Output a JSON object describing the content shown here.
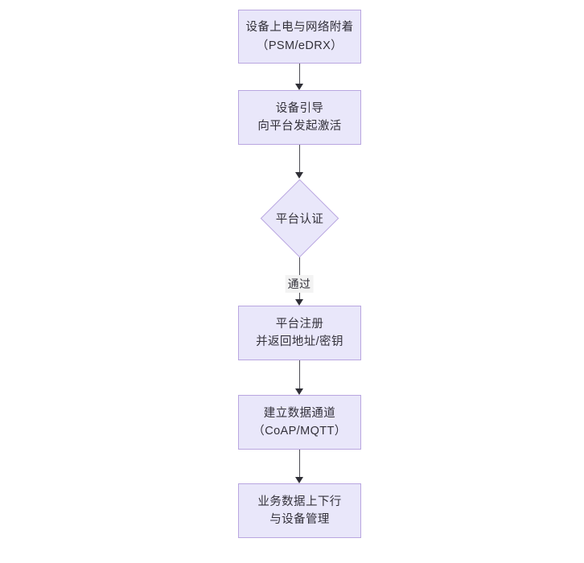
{
  "diagram": {
    "type": "flowchart",
    "orientation": "top-to-bottom",
    "title": "",
    "theme": {
      "node_fill": "#e9e7fa",
      "node_border": "#b9a6e0",
      "text_color": "#33313a",
      "connector_color": "#4d4d55",
      "arrowhead_color": "#2f2f36",
      "edge_label_background": "#f3f3f3",
      "canvas_background": "#ffffff"
    },
    "nodes": [
      {
        "id": "power-on",
        "shape": "rectangle",
        "lines": [
          "设备上电与网络附着",
          "（PSM/eDRX）"
        ]
      },
      {
        "id": "bootstrap",
        "shape": "rectangle",
        "lines": [
          "设备引导",
          "向平台发起激活"
        ]
      },
      {
        "id": "platform-auth",
        "shape": "diamond",
        "lines": [
          "平台认证"
        ]
      },
      {
        "id": "platform-register",
        "shape": "rectangle",
        "lines": [
          "平台注册",
          "并返回地址/密钥"
        ]
      },
      {
        "id": "data-channel",
        "shape": "rectangle",
        "lines": [
          "建立数据通道",
          "（CoAP/MQTT）"
        ]
      },
      {
        "id": "service-data",
        "shape": "rectangle",
        "lines": [
          "业务数据上下行",
          "与设备管理"
        ]
      }
    ],
    "edges": [
      {
        "id": "edge-1",
        "from": "power-on",
        "to": "bootstrap",
        "label": ""
      },
      {
        "id": "edge-2",
        "from": "bootstrap",
        "to": "platform-auth",
        "label": ""
      },
      {
        "id": "edge-3",
        "from": "platform-auth",
        "to": "platform-register",
        "label": "通过"
      },
      {
        "id": "edge-4",
        "from": "platform-register",
        "to": "data-channel",
        "label": ""
      },
      {
        "id": "edge-5",
        "from": "data-channel",
        "to": "service-data",
        "label": ""
      }
    ]
  }
}
